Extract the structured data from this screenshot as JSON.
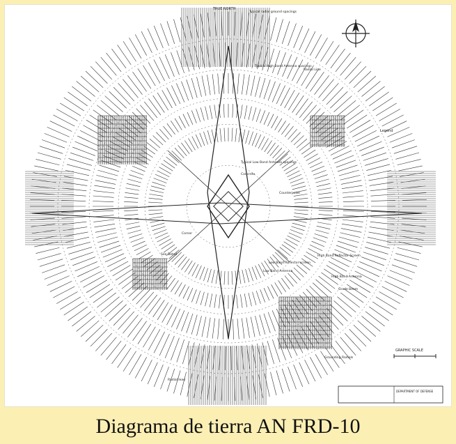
{
  "caption": "Diagrama de tierra AN FRD-10",
  "drawing": {
    "north_label": "TRUE NORTH",
    "notes": [
      "Typical radial ground spacings",
      "Typical High Band Antenna spacings",
      "Typical Low Band Antenna spacings",
      "Counterpoise",
      "High Band Reflector Screen",
      "Low Band Reflector screen",
      "Low Band Antenna",
      "High Band Antenna",
      "Grade Beam",
      "Grounding Radials",
      "Radial Line",
      "Legend",
      "GRAPHIC SCALE",
      "See Detail",
      "Concrete",
      "Radial lead",
      "Corner"
    ],
    "title_block": "DEPARTMENT OF DEFENSE"
  },
  "colors": {
    "background": "#fbefb4",
    "sheet": "#ffffff",
    "ink": "#222222"
  }
}
